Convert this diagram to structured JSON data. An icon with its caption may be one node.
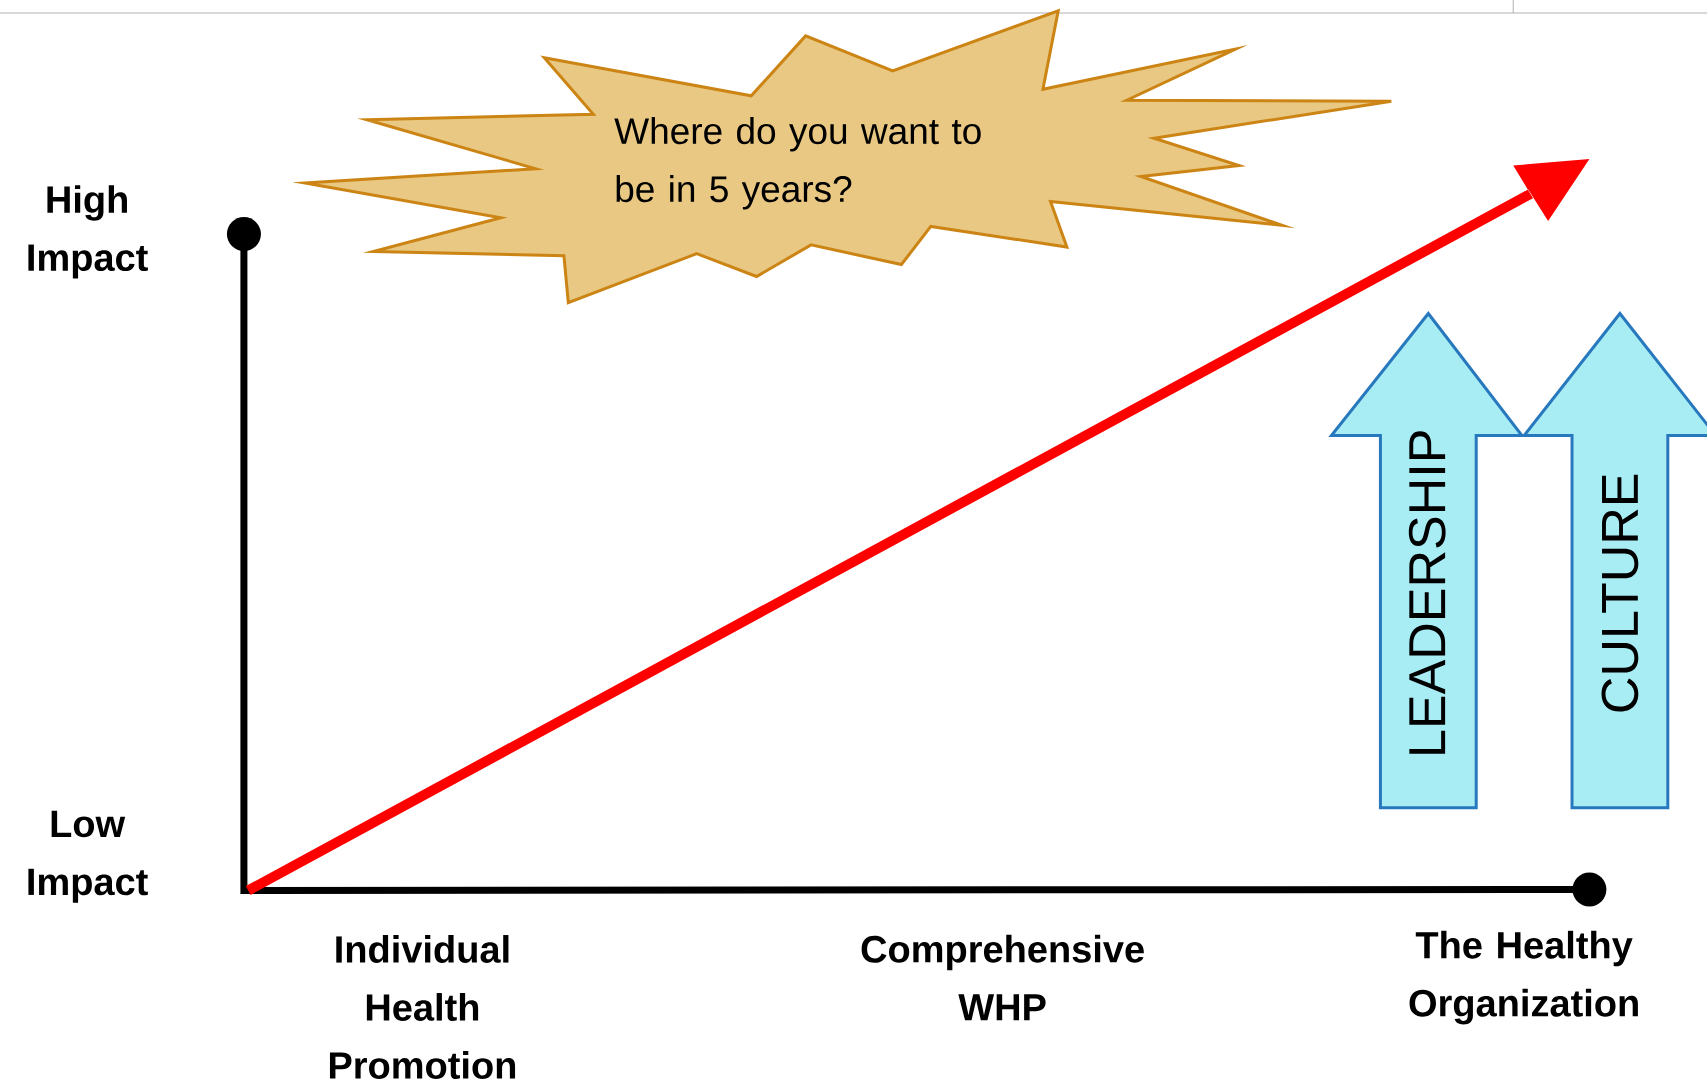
{
  "diagram": {
    "nodes": [
      {
        "text": [
          "Where do you want to be in 5 years?"
        ]
      },
      {
        "text": [
          "LEADERSHIP"
        ]
      },
      {
        "text": [
          "CULTURE"
        ]
      }
    ],
    "labels": [
      "High Impact",
      "Low Impact",
      "Individual Health Promotion",
      "Comprehensive WHP",
      "The Healthy Organization"
    ]
  }
}
